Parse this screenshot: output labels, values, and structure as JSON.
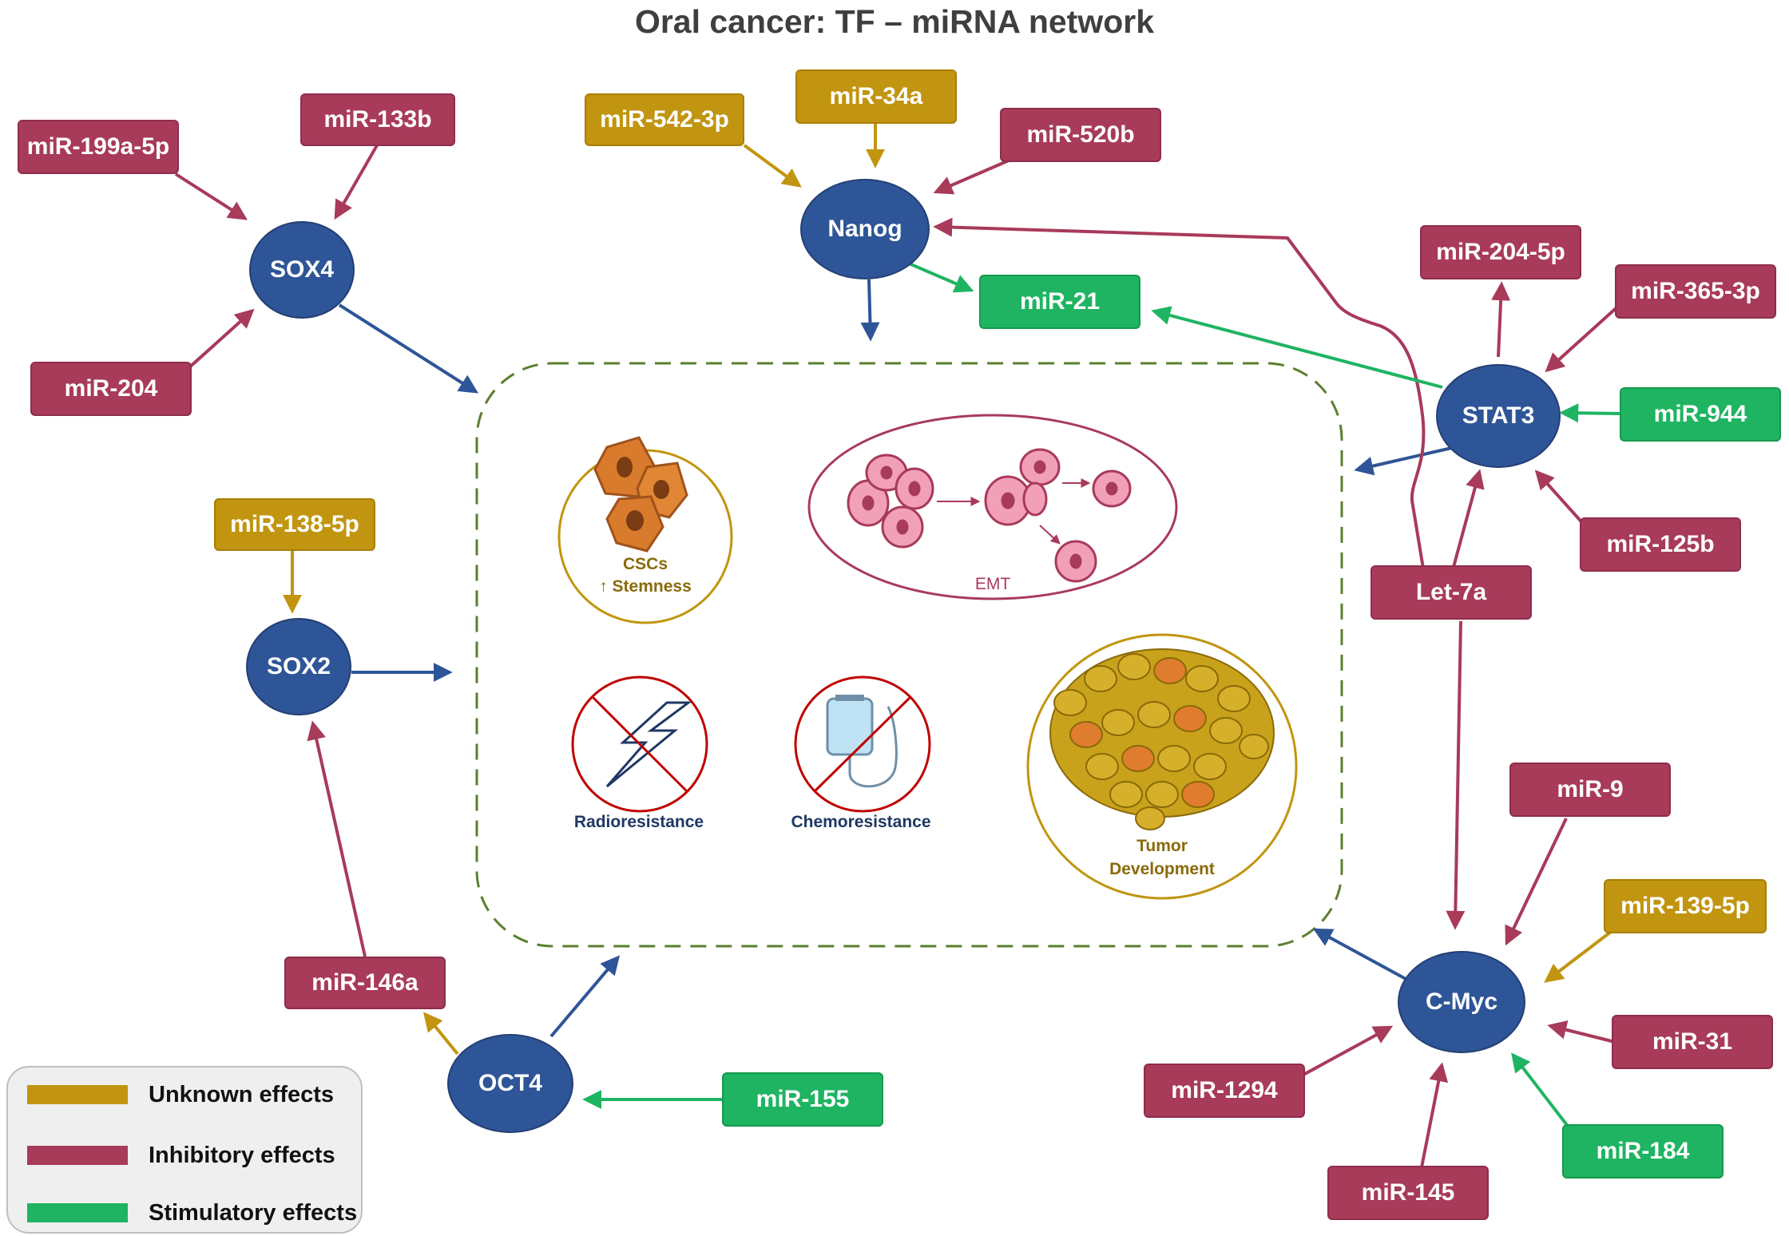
{
  "title": "Oral cancer: TF – miRNA network",
  "colors": {
    "inhibitory": "#a83a5a",
    "unknown": "#c1950f",
    "stimulatory": "#1eb462",
    "tf": "#2e5597",
    "outline": "#5a7f2e"
  },
  "transcription_factors": {
    "sox4": "SOX4",
    "nanog": "Nanog",
    "stat3": "STAT3",
    "sox2": "SOX2",
    "oct4": "OCT4",
    "cmyc": "C-Myc"
  },
  "mirnas": {
    "mir_199a_5p": "miR-199a-5p",
    "mir_133b": "miR-133b",
    "mir_204": "miR-204",
    "mir_542_3p": "miR-542-3p",
    "mir_34a": "miR-34a",
    "mir_520b": "miR-520b",
    "mir_21": "miR-21",
    "mir_204_5p": "miR-204-5p",
    "mir_365_3p": "miR-365-3p",
    "mir_944": "miR-944",
    "mir_125b": "miR-125b",
    "let_7a": "Let-7a",
    "mir_138_5p": "miR-138-5p",
    "mir_146a": "miR-146a",
    "mir_155": "miR-155",
    "mir_9": "miR-9",
    "mir_139_5p": "miR-139-5p",
    "mir_31": "miR-31",
    "mir_1294": "miR-1294",
    "mir_145": "miR-145",
    "mir_184": "miR-184"
  },
  "phenotypes": {
    "cscs": "CSCs",
    "stemness": "↑ Stemness",
    "emt": "EMT",
    "radioresistance": "Radioresistance",
    "chemoresistance": "Chemoresistance",
    "tumor": "Tumor",
    "development": "Development"
  },
  "legend": {
    "unknown": "Unknown effects",
    "inhibitory": "Inhibitory effects",
    "stimulatory": "Stimulatory effects"
  },
  "icons": [
    "stem-cell-cluster-icon",
    "emt-cells-icon",
    "no-radiation-icon",
    "no-chemotherapy-icon",
    "tumor-tissue-icon"
  ]
}
